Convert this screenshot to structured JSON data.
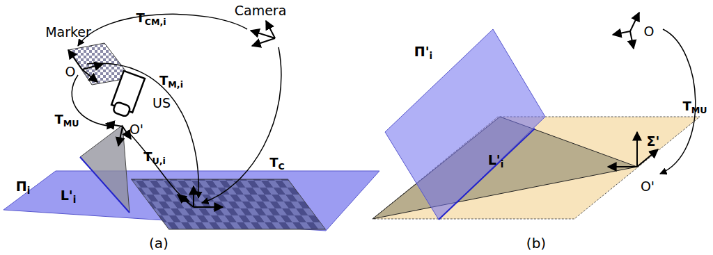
{
  "diagram": {
    "labels": [
      "Camera",
      "Marker",
      "TCM,i",
      "O",
      "TM,i",
      "US",
      "TMU",
      "O'",
      "TU,i",
      "TC",
      "Πi",
      "L'i",
      "(a)",
      "Π'i",
      "O",
      "TMU",
      "Σ'",
      "L'i",
      "O'",
      "(b)"
    ]
  }
}
